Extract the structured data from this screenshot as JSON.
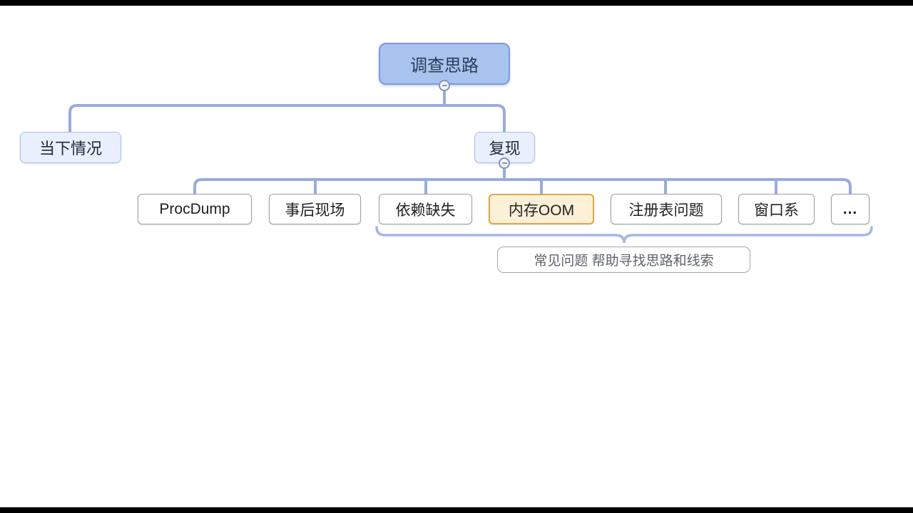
{
  "canvas": {
    "description": "mind map canvas with letterbox bars"
  },
  "colors": {
    "canvas-bg": "#ffffff",
    "bar-color": "#000000",
    "root-fill": "#a9c3ef",
    "root-border": "#7b9ae2",
    "root-text": "#2e3c55",
    "l2-fill": "#e9effc",
    "l2-border": "#a9bfee",
    "l2-text": "#22293a",
    "l3-border": "#9aa0a6",
    "l3-text": "#202124",
    "highlight-fill": "#fcf0d6",
    "highlight-border": "#dda74e",
    "connector-color": "#98abdc",
    "brace-color": "#a6b7e6",
    "collapse-fill": "#f2f6fc",
    "collapse-border": "#8494ba",
    "annotation-border": "#a3a7ab",
    "annotation-text": "#5f6368"
  },
  "mindmap": {
    "root": {
      "label": "调查思路"
    },
    "branches": [
      {
        "label": "当下情况"
      },
      {
        "label": "复现",
        "children": [
          {
            "label": "ProcDump"
          },
          {
            "label": "事后现场"
          },
          {
            "label": "依赖缺失"
          },
          {
            "label": "内存OOM",
            "highlighted": true
          },
          {
            "label": "注册表问题"
          },
          {
            "label": "窗口系"
          },
          {
            "label": "..."
          }
        ]
      }
    ],
    "annotation": {
      "label": "常见问题 帮助寻找思路和线索"
    },
    "icons": {
      "collapse": "minus-icon"
    }
  }
}
